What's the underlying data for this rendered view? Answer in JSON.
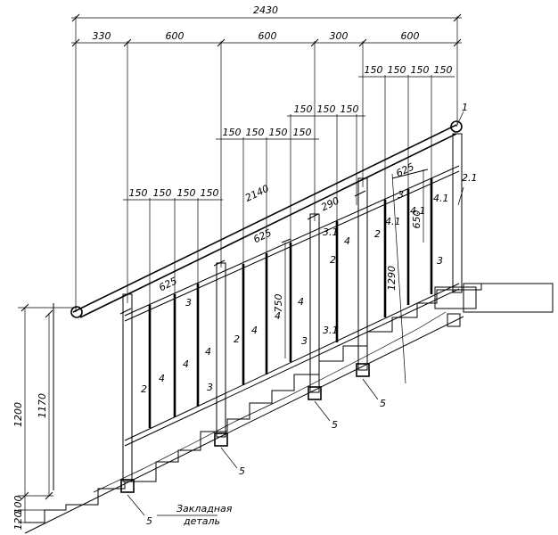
{
  "dimensions": {
    "top": {
      "total": "2430",
      "segments": [
        "330",
        "600",
        "600",
        "300",
        "600"
      ]
    },
    "spacing_150": "150",
    "vertical": [
      "1200",
      "1170",
      "100",
      "120"
    ],
    "inclined": [
      "625",
      "625",
      "625",
      "2140",
      "290",
      "750",
      "1290",
      "650"
    ]
  },
  "callouts": {
    "handrail": "1",
    "post": "2",
    "post_end": "2.1",
    "rail": "3",
    "rail_sub": "3.1",
    "baluster": "4",
    "baluster_sub": "4.1",
    "embed": "5"
  },
  "note": {
    "line1": "Закладная",
    "line2": "деталь"
  }
}
